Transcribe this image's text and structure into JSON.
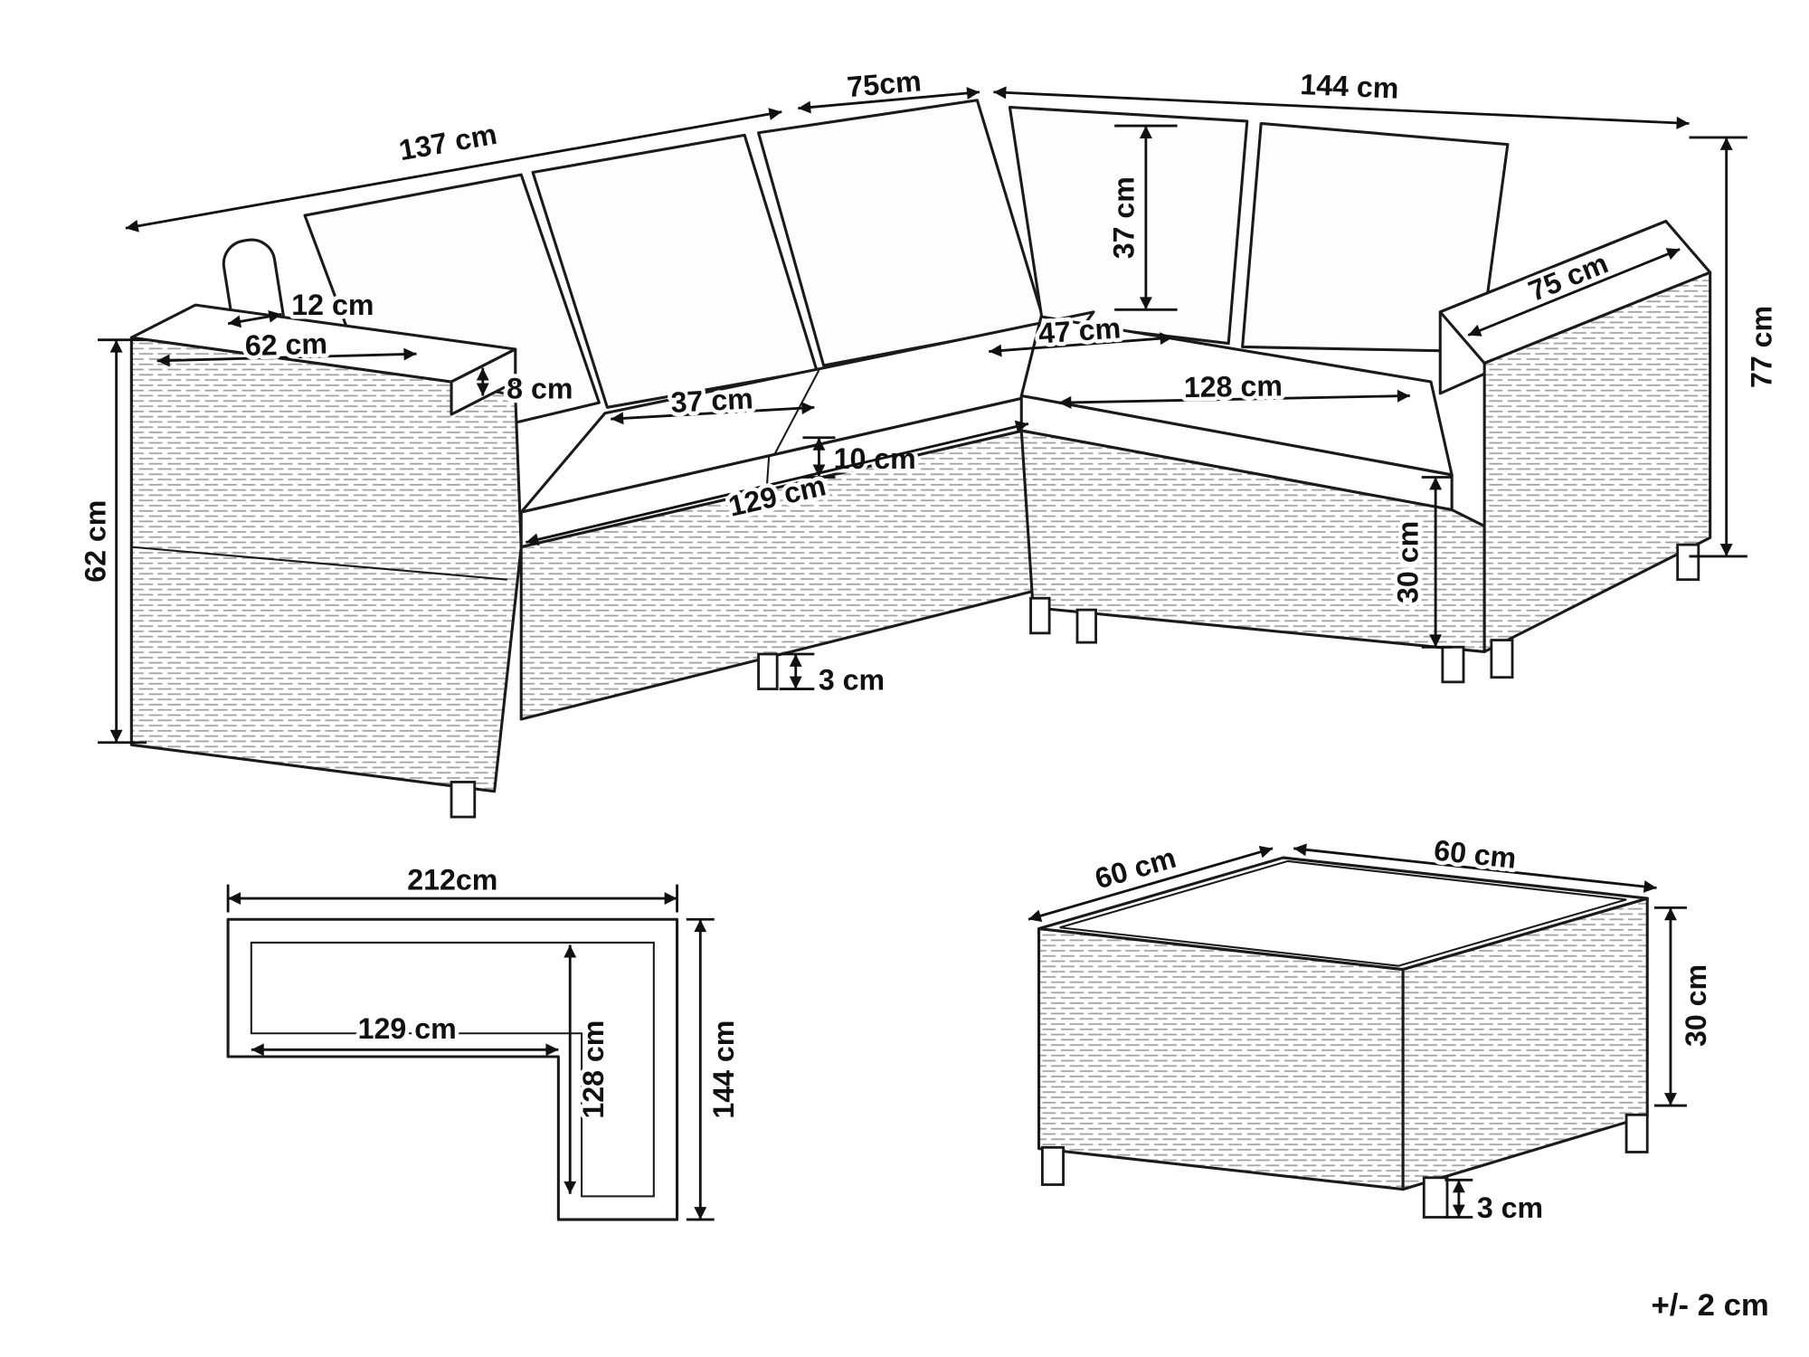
{
  "note": {
    "tolerance": "+/- 2 cm"
  },
  "sofa_view": {
    "back_left": "137 cm",
    "back_corner": "75cm",
    "back_right": "144 cm",
    "backrest_height": "37 cm",
    "right_armrest_depth": "75 cm",
    "total_height": "77 cm",
    "armrest_top_width": "12 cm",
    "armrest_length": "62 cm",
    "armrest_thickness": "8 cm",
    "corner_seat_width": "47 cm",
    "right_seat_width": "128 cm",
    "seat_depth": "37 cm",
    "cushion_thickness": "10 cm",
    "front_seat_length": "129 cm",
    "armrest_height": "62 cm",
    "base_height": "30 cm",
    "foot_height": "3 cm"
  },
  "top_view": {
    "total_width": "212cm",
    "seat_length": "129 cm",
    "seat_depth": "128 cm",
    "total_depth": "144 cm"
  },
  "table_view": {
    "top_depth": "60 cm",
    "top_width": "60 cm",
    "height": "30 cm",
    "foot_height": "3 cm"
  }
}
